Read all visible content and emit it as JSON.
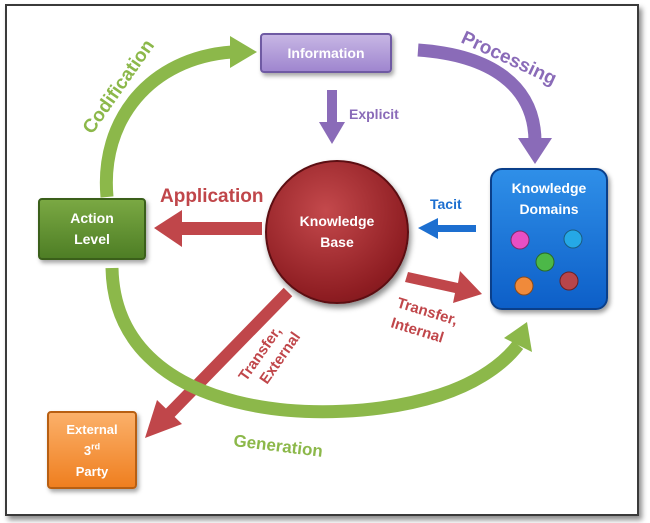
{
  "nodes": {
    "information": "Information",
    "knowledge_base": [
      "Knowledge",
      "Base"
    ],
    "action_level": [
      "Action",
      "Level"
    ],
    "knowledge_domains": [
      "Knowledge",
      "Domains"
    ],
    "external_party": {
      "line1": "External",
      "line2_num": "3",
      "line2_sup": "rd",
      "line3": "Party"
    }
  },
  "edges": {
    "codification": "Codification",
    "processing": "Processing",
    "explicit": "Explicit",
    "tacit": "Tacit",
    "application": "Application",
    "transfer_internal": [
      "Transfer,",
      "Internal"
    ],
    "transfer_external": [
      "Transfer,",
      "External"
    ],
    "generation": "Generation"
  },
  "colors": {
    "green": "#8cb84a",
    "purple": "#8a6bb8",
    "red": "#c0464a",
    "blue": "#1d6fd0",
    "domain_dots": [
      "#e84fc4",
      "#25a8e6",
      "#4cb848",
      "#f08a3a",
      "#b8454a"
    ]
  }
}
